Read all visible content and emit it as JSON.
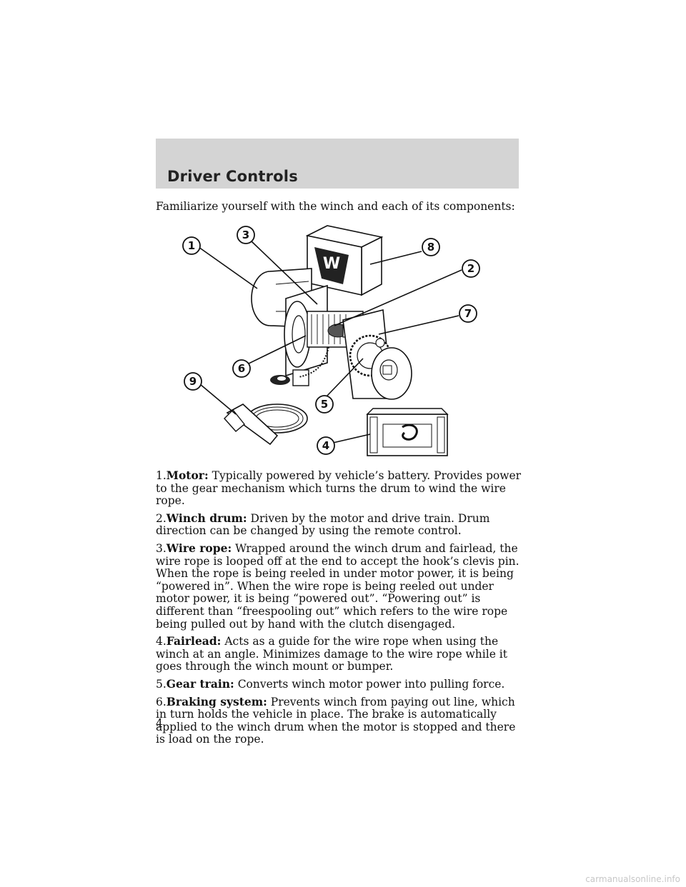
{
  "header": {
    "title": "Driver Controls"
  },
  "intro": "Familiarize yourself with the winch and each of its components:",
  "diagram": {
    "callouts": [
      "1",
      "2",
      "3",
      "4",
      "5",
      "6",
      "7",
      "8",
      "9"
    ],
    "logo_text": "W"
  },
  "components": [
    {
      "number": "1.",
      "term": "Motor:",
      "text": "Typically powered by vehicle’s battery. Provides power to the gear mechanism which turns the drum to wind the wire rope."
    },
    {
      "number": "2.",
      "term": "Winch drum:",
      "text": "Driven by the motor and drive train. Drum direction can be changed by using the remote control."
    },
    {
      "number": "3.",
      "term": "Wire rope:",
      "text": "Wrapped around the winch drum and fairlead, the wire rope is looped off at the end to accept the hook’s clevis pin. When the rope is being reeled in under motor power, it is being “powered in”. When the wire rope is being reeled out under motor power, it is being “powered out”. “Powering out” is different than “freespooling out” which refers to the wire rope being pulled out by hand with the clutch disengaged."
    },
    {
      "number": "4.",
      "term": "Fairlead:",
      "text": "Acts as a guide for the wire rope when using the winch at an angle. Minimizes damage to the wire rope while it goes through the winch mount or bumper."
    },
    {
      "number": "5.",
      "term": "Gear train:",
      "text": "Converts winch motor power into pulling force."
    },
    {
      "number": "6.",
      "term": "Braking system:",
      "text": "Prevents winch from paying out line, which in turn holds the vehicle in place. The brake is automatically applied to the winch drum when the motor is stopped and there is load on the rope."
    }
  ],
  "page_number": "4",
  "watermark": "carmanualsonline.info"
}
